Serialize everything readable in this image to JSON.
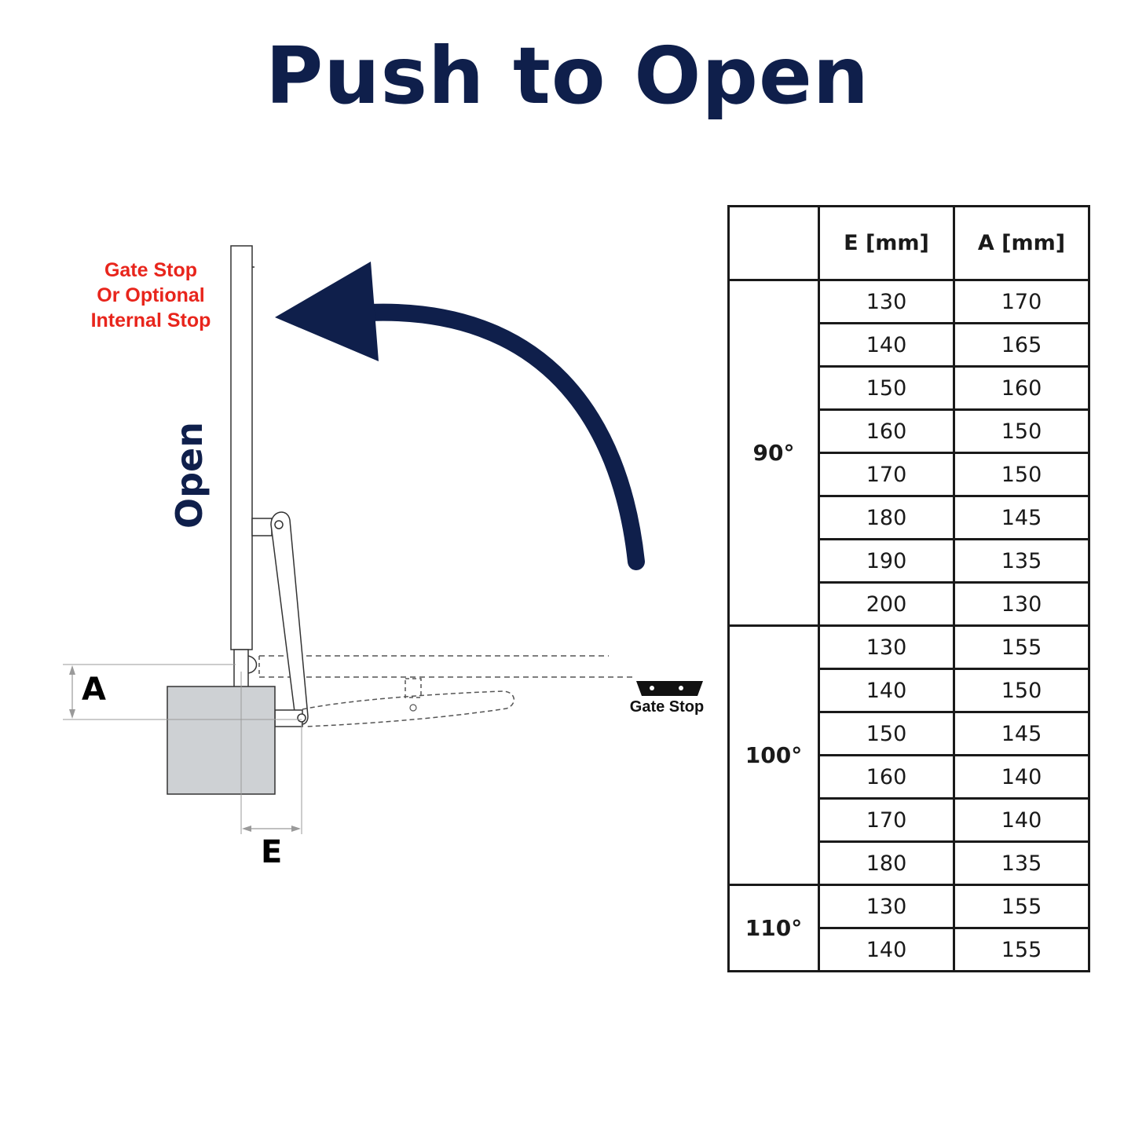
{
  "title": "Push to Open",
  "colors": {
    "navy": "#0f1f4b",
    "red": "#e8251c",
    "grey_box": "#ced1d4",
    "line": "#333333"
  },
  "labels": {
    "gate_stop_alt": "Gate Stop\nOr Optional\nInternal Stop",
    "open": "Open",
    "dim_a": "A",
    "dim_e": "E",
    "gate_stop": "Gate Stop"
  },
  "table": {
    "headers": [
      "",
      "E [mm]",
      "A [mm]"
    ],
    "groups": [
      {
        "angle": "90°",
        "rows": [
          [
            "130",
            "170"
          ],
          [
            "140",
            "165"
          ],
          [
            "150",
            "160"
          ],
          [
            "160",
            "150"
          ],
          [
            "170",
            "150"
          ],
          [
            "180",
            "145"
          ],
          [
            "190",
            "135"
          ],
          [
            "200",
            "130"
          ]
        ]
      },
      {
        "angle": "100°",
        "rows": [
          [
            "130",
            "155"
          ],
          [
            "140",
            "150"
          ],
          [
            "150",
            "145"
          ],
          [
            "160",
            "140"
          ],
          [
            "170",
            "140"
          ],
          [
            "180",
            "135"
          ]
        ]
      },
      {
        "angle": "110°",
        "rows": [
          [
            "130",
            "155"
          ],
          [
            "140",
            "155"
          ]
        ]
      }
    ]
  }
}
